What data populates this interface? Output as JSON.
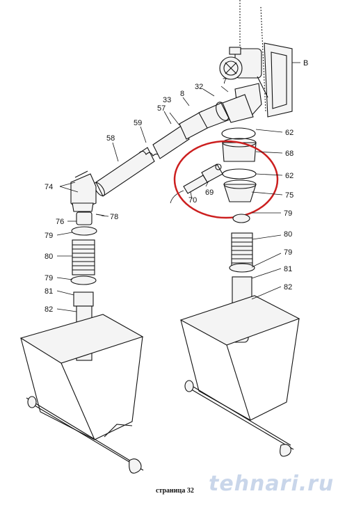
{
  "labels": {
    "b": "B",
    "p7": "7",
    "p32": "32",
    "p8": "8",
    "p33": "33",
    "p57": "57",
    "p59": "59",
    "p58": "58",
    "p74": "74",
    "p76": "76",
    "p78": "78",
    "p79_left_top": "79",
    "p80_left": "80",
    "p79_left_bottom": "79",
    "p81_left": "81",
    "p82_left": "82",
    "p62_top": "62",
    "p68": "68",
    "p62_mid": "62",
    "p69": "69",
    "p70": "70",
    "p75": "75",
    "p79_right_top": "79",
    "p80_right": "80",
    "p79_right_bottom": "79",
    "p81_right": "81",
    "p82_right": "82"
  },
  "footer": {
    "page_number": "страница 32",
    "watermark": "tehnari.ru"
  },
  "colors": {
    "highlight_circle": "#cc1f1f",
    "line": "#111111",
    "watermark": "#c9d6ea"
  }
}
